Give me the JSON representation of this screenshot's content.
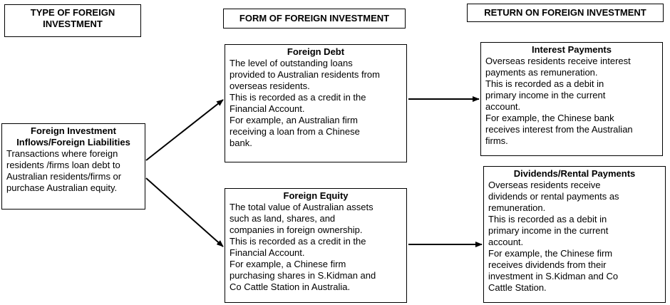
{
  "headers": {
    "type": [
      "TYPE OF FOREIGN",
      "INVESTMENT"
    ],
    "form": "FORM OF FOREIGN INVESTMENT",
    "return": "RETURN ON FOREIGN INVESTMENT"
  },
  "inflows": {
    "title": [
      "Foreign Investment",
      "Inflows/Foreign Liabilities"
    ],
    "body": [
      "Transactions where foreign",
      "residents /firms loan debt to",
      "Australian residents/firms or",
      "purchase Australian equity."
    ]
  },
  "foreign_debt": {
    "title": "Foreign Debt",
    "body": [
      "The level of outstanding loans",
      "provided to Australian residents from",
      "overseas residents.",
      "This is recorded as a credit in the",
      "Financial Account.",
      "For example, an Australian firm",
      "receiving a loan from a Chinese",
      "bank."
    ]
  },
  "foreign_equity": {
    "title": "Foreign Equity",
    "body": [
      "The total value of Australian assets",
      "such as land, shares, and",
      "companies in foreign ownership.",
      "This is recorded as a credit in the",
      "Financial Account.",
      "For example, a Chinese firm",
      "purchasing shares in S.Kidman and",
      "Co Cattle Station in Australia."
    ]
  },
  "interest": {
    "title": "Interest Payments",
    "body": [
      "Overseas residents receive interest",
      "payments as remuneration.",
      "This is recorded as a debit in",
      "primary income in the current",
      "account.",
      "For example, the Chinese bank",
      "receives interest from the Australian",
      "firms."
    ]
  },
  "dividends": {
    "title": "Dividends/Rental Payments",
    "body": [
      "Overseas residents receive",
      "dividends or rental payments as",
      "remuneration.",
      "This is recorded as a debit in",
      "primary income in the current",
      "account.",
      "For example, the Chinese firm",
      "receives dividends from their",
      "investment in S.Kidman and Co",
      "Cattle Station."
    ]
  }
}
